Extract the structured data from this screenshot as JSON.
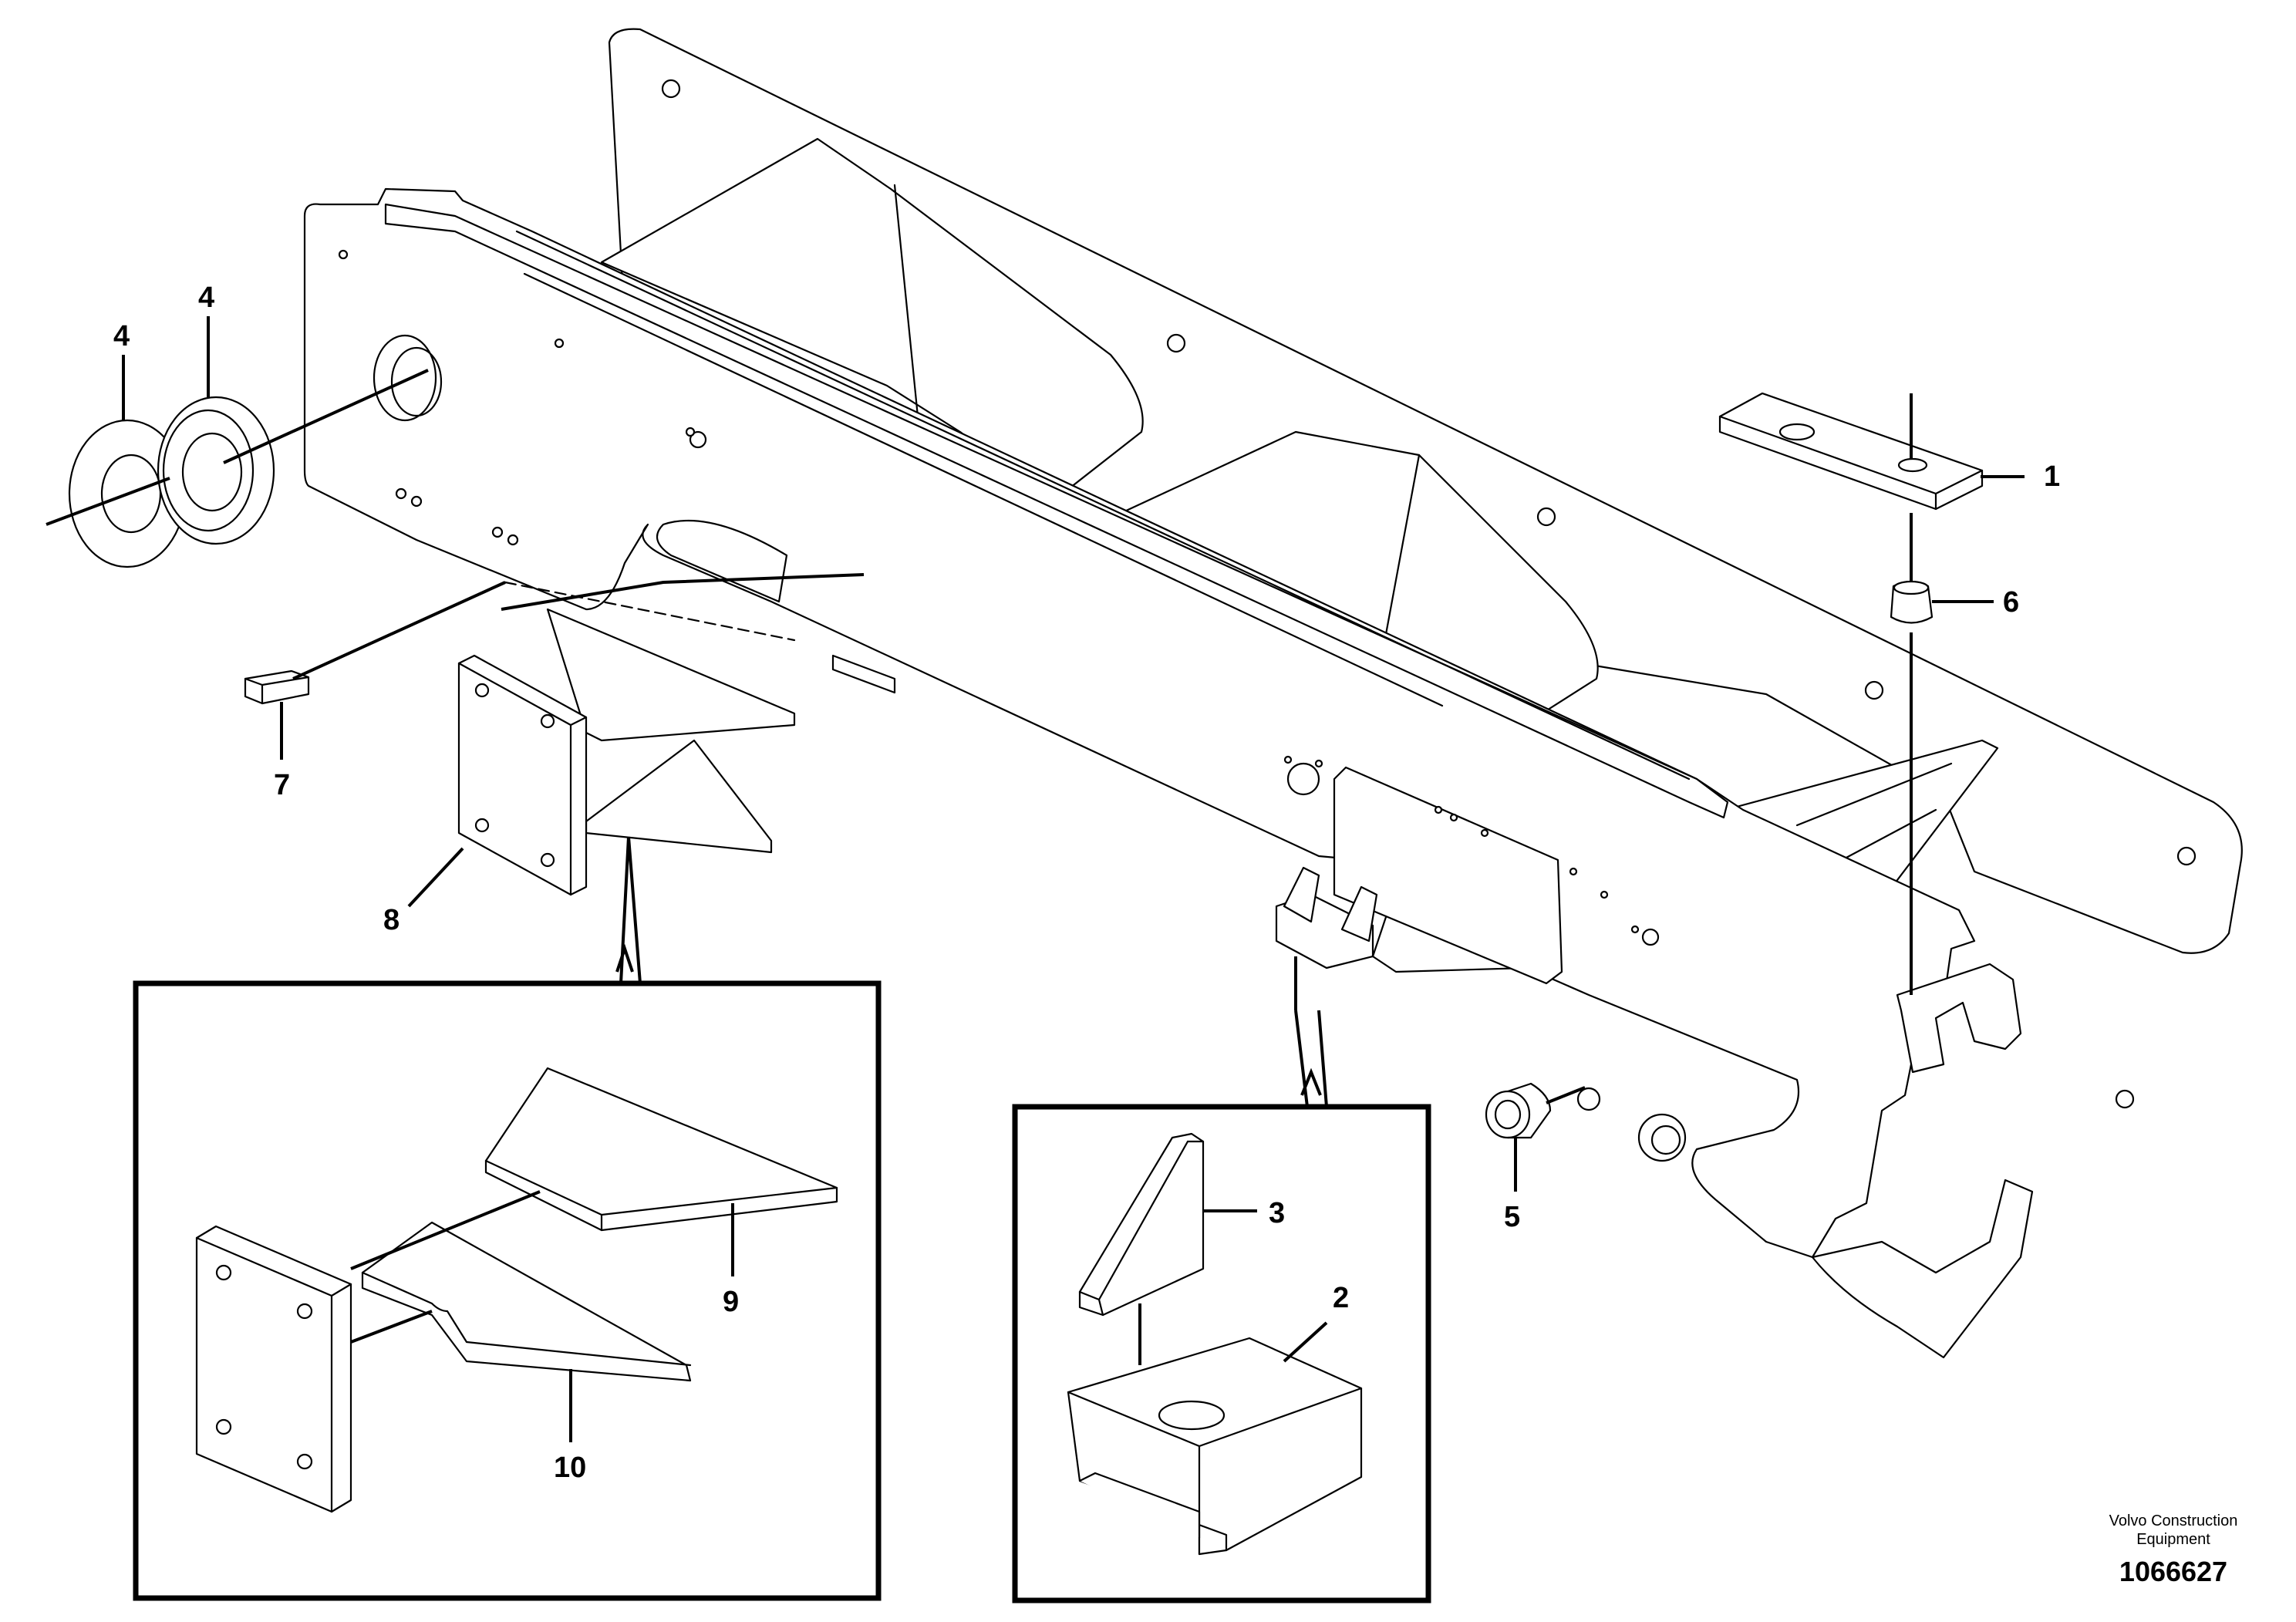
{
  "callouts": {
    "c1": "1",
    "c2": "2",
    "c3": "3",
    "c4a": "4",
    "c4b": "4",
    "c5": "5",
    "c6": "6",
    "c7": "7",
    "c8": "8",
    "c9": "9",
    "c10": "10"
  },
  "credit": {
    "line1": "Volvo Construction",
    "line2": "Equipment"
  },
  "doc_number": "1066627"
}
